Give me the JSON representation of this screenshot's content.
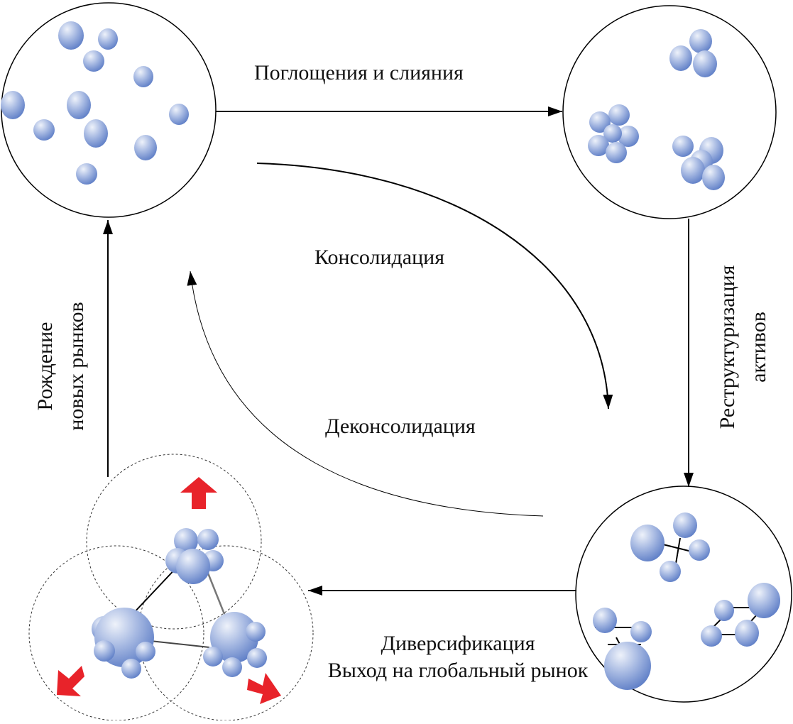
{
  "labels": {
    "mergers": "Поглощения и слияния",
    "consolidation": "Консолидация",
    "deconsolidation": "Деконсолидация",
    "restructuring_line1": "Реструктуризация",
    "restructuring_line2": "активов",
    "new_markets_line1": "Рождение",
    "new_markets_line2": "новых рынков",
    "diversification_line1": "Диверсификация",
    "diversification_line2": "Выход на глобальный рынок"
  },
  "colors": {
    "ball_light": "#e9eef8",
    "ball_dark": "#5a7dc6",
    "arrow": "#000000",
    "red_arrow": "#e8232a",
    "dashed": "#333333"
  }
}
